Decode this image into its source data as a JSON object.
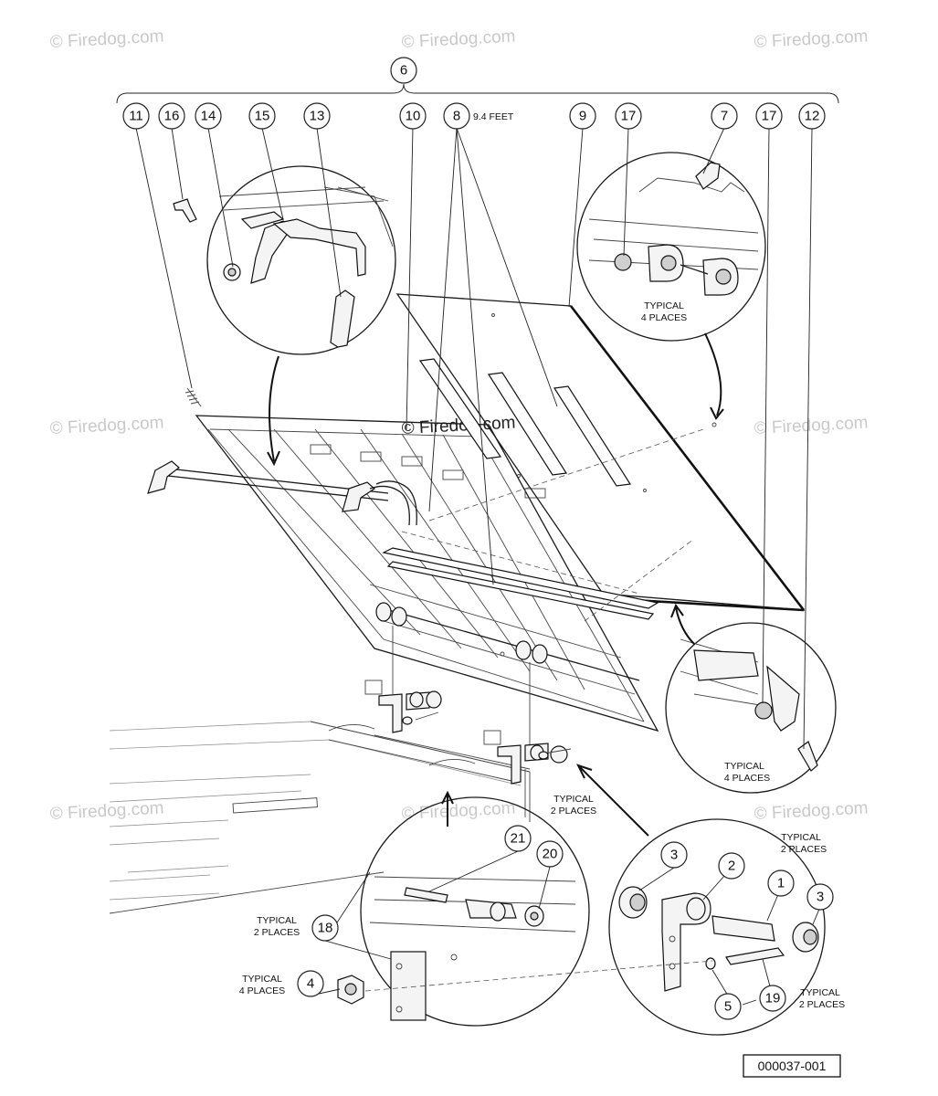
{
  "watermarks": {
    "text": "© Firedog.com",
    "center_text": "© Firedog.com"
  },
  "assembly_callout": "6",
  "callouts": {
    "c11": "11",
    "c16": "16",
    "c14": "14",
    "c15": "15",
    "c13": "13",
    "c10": "10",
    "c8": "8",
    "c9": "9",
    "c17a": "17",
    "c7": "7",
    "c17b": "17",
    "c12": "12",
    "c21": "21",
    "c20": "20",
    "c18": "18",
    "c4": "4",
    "c3a": "3",
    "c2": "2",
    "c1": "1",
    "c3b": "3",
    "c5": "5",
    "c19": "19"
  },
  "notes": {
    "feet": "9.4 FEET",
    "typical_4_a1": "TYPICAL",
    "typical_4_a2": "4 PLACES",
    "typical_4_b1": "TYPICAL",
    "typical_4_b2": "4 PLACES",
    "typical_2_a1": "TYPICAL",
    "typical_2_a2": "2 PLACES",
    "typical_2_b1": "TYPICAL",
    "typical_2_b2": "2 PLACES",
    "typical_2_c1": "TYPICAL",
    "typical_2_c2": "2 PLACES",
    "typical_2_d1": "TYPICAL",
    "typical_2_d2": "2 PLACES",
    "typical_4_c1": "TYPICAL",
    "typical_4_c2": "4 PLACES"
  },
  "figure_id": "000037-001",
  "colors": {
    "line": "#1a1a1a",
    "watermark": "#c9c9c9",
    "background": "#ffffff"
  }
}
